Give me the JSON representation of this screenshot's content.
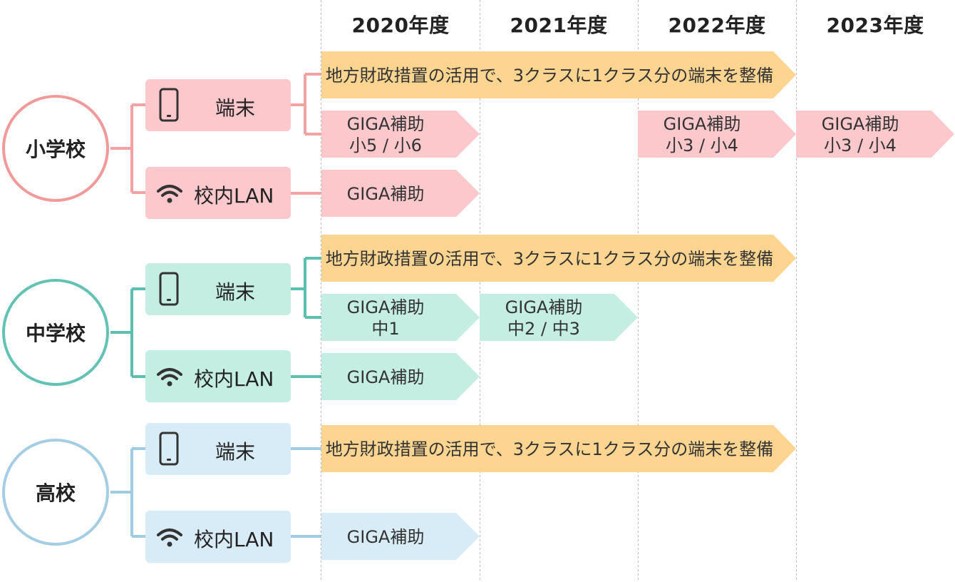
{
  "years": [
    "2020年度",
    "2021年度",
    "2022年度",
    "2023年度"
  ],
  "colors": {
    "pink_fill": "#fcc8cc",
    "pink_line": "#f4a3a3",
    "pink_circle": "#f29a9a",
    "teal_fill": "#c5eee3",
    "teal_line": "#5cc0b0",
    "teal_circle": "#63c2b3",
    "blue_fill": "#d8ecf8",
    "blue_line": "#9fcbe3",
    "blue_circle": "#a5cde4",
    "orange_fill": "#fdd591",
    "grid": "#bbbbbb"
  },
  "groups": [
    {
      "name": "小学校",
      "device_label": "端末",
      "lan_label": "校内LAN",
      "device_icon": "tablet-icon",
      "lan_icon": "wifi-icon",
      "finance": "地方財政措置の活用で、3クラスに1クラス分の端末を整備",
      "giga_device": [
        {
          "line1": "GIGA補助",
          "line2": "小5 / 小6"
        },
        {
          "line1": "GIGA補助",
          "line2": "小3 / 小4"
        },
        {
          "line1": "GIGA補助",
          "line2": "小3 / 小4"
        }
      ],
      "giga_lan": "GIGA補助"
    },
    {
      "name": "中学校",
      "device_label": "端末",
      "lan_label": "校内LAN",
      "device_icon": "tablet-icon",
      "lan_icon": "wifi-icon",
      "finance": "地方財政措置の活用で、3クラスに1クラス分の端末を整備",
      "giga_device": [
        {
          "line1": "GIGA補助",
          "line2": "中1"
        },
        {
          "line1": "GIGA補助",
          "line2": "中2 / 中3"
        }
      ],
      "giga_lan": "GIGA補助"
    },
    {
      "name": "高校",
      "device_label": "端末",
      "lan_label": "校内LAN",
      "device_icon": "tablet-icon",
      "lan_icon": "wifi-icon",
      "finance": "地方財政措置の活用で、3クラスに1クラス分の端末を整備",
      "giga_lan": "GIGA補助"
    }
  ]
}
